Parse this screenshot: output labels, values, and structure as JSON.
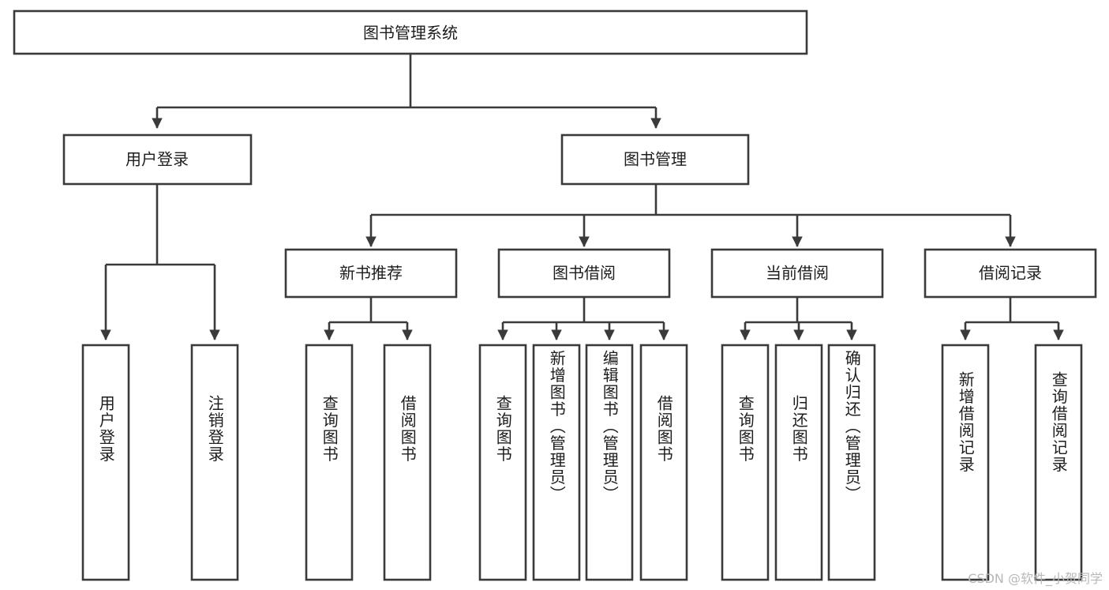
{
  "diagram": {
    "title": "图书管理系统",
    "type": "tree",
    "watermark": "CSDN @软件_小贺同学",
    "colors": {
      "stroke": "#3a3a3a",
      "fill": "#ffffff",
      "text": "#1d1d1d",
      "watermark": "#b8b8b8"
    },
    "root": {
      "label": "图书管理系统"
    },
    "level2": [
      {
        "label": "用户登录"
      },
      {
        "label": "图书管理"
      }
    ],
    "level3": [
      {
        "label": "新书推荐"
      },
      {
        "label": "图书借阅"
      },
      {
        "label": "当前借阅"
      },
      {
        "label": "借阅记录"
      }
    ],
    "leaves": {
      "user_login": [
        {
          "label": "用户登录"
        },
        {
          "label": "注销登录"
        }
      ],
      "new_book_recommend": [
        {
          "label": "查询图书"
        },
        {
          "label": "借阅图书"
        }
      ],
      "book_borrow": [
        {
          "label": "查询图书"
        },
        {
          "label": "新增图书（管理员）"
        },
        {
          "label": "编辑图书（管理员）"
        },
        {
          "label": "借阅图书"
        }
      ],
      "current_borrow": [
        {
          "label": "查询图书"
        },
        {
          "label": "归还图书"
        },
        {
          "label": "确认归还（管理员）"
        }
      ],
      "borrow_record": [
        {
          "label": "新增借阅记录"
        },
        {
          "label": "查询借阅记录"
        }
      ]
    }
  }
}
